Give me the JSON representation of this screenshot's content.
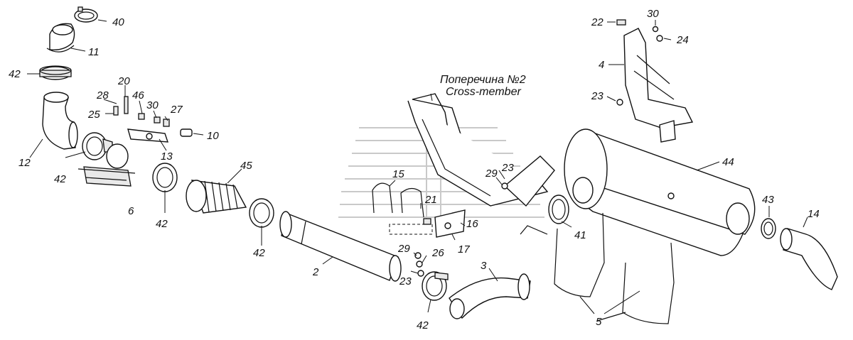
{
  "crossmember": {
    "label_ru": "Поперечина №2",
    "label_en": "Cross-member"
  },
  "callouts": {
    "c40": "40",
    "c11": "11",
    "c42a": "42",
    "c12": "12",
    "c42b": "42",
    "c6": "6",
    "c42c": "42",
    "c45": "45",
    "c42d": "42",
    "c20": "20",
    "c28": "28",
    "c46": "46",
    "c30a": "30",
    "c27": "27",
    "c25": "25",
    "c13": "13",
    "c10": "10",
    "c15": "15",
    "c21": "21",
    "c16": "16",
    "c17": "17",
    "c29a": "29",
    "c23a": "23",
    "c29b": "29",
    "c26": "26",
    "c23b": "23",
    "c2": "2",
    "c3": "3",
    "c42e": "42",
    "c41": "41",
    "c5": "5",
    "c22": "22",
    "c30b": "30",
    "c24": "24",
    "c4": "4",
    "c23c": "23",
    "c44": "44",
    "c43": "43",
    "c14": "14"
  }
}
